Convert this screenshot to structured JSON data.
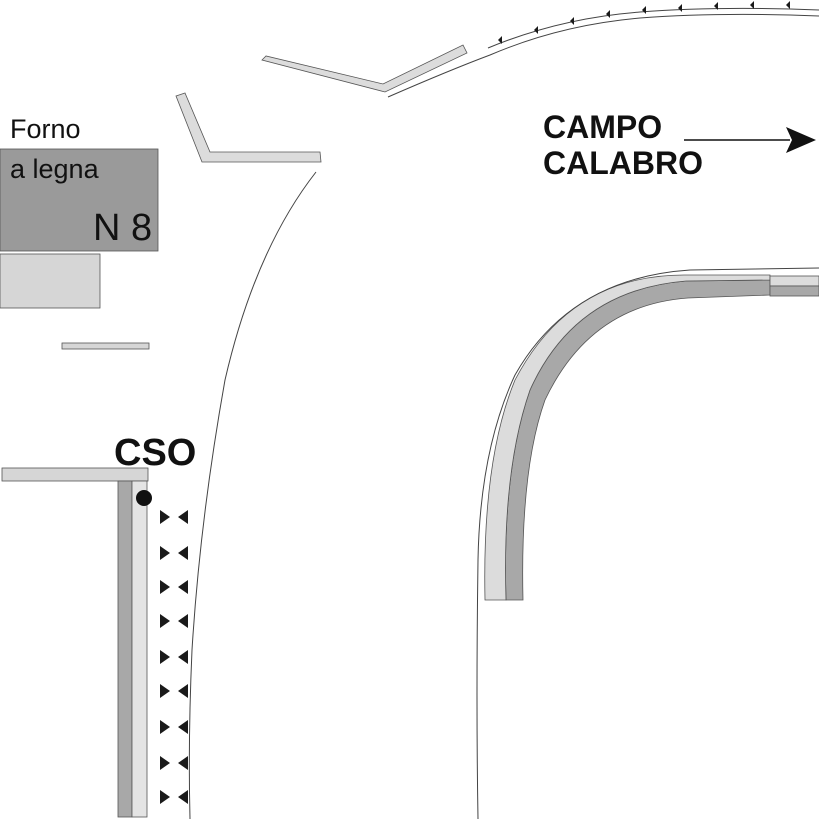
{
  "building": {
    "line1": "Forno",
    "line2": "a legna",
    "number": "N 8"
  },
  "destination": {
    "line1": "CAMPO",
    "line2": "CALABRO",
    "arrow_icon": "arrow-right-icon"
  },
  "point": {
    "label": "CSO",
    "marker_icon": "dot-marker-icon"
  },
  "colors": {
    "building_dark": "#9a9a9a",
    "building_light": "#d6d6d6",
    "wall_light": "#dcdcdc",
    "wall_mid": "#a8a8a8",
    "road_line": "#444444",
    "marks": "#1a1a1a"
  }
}
